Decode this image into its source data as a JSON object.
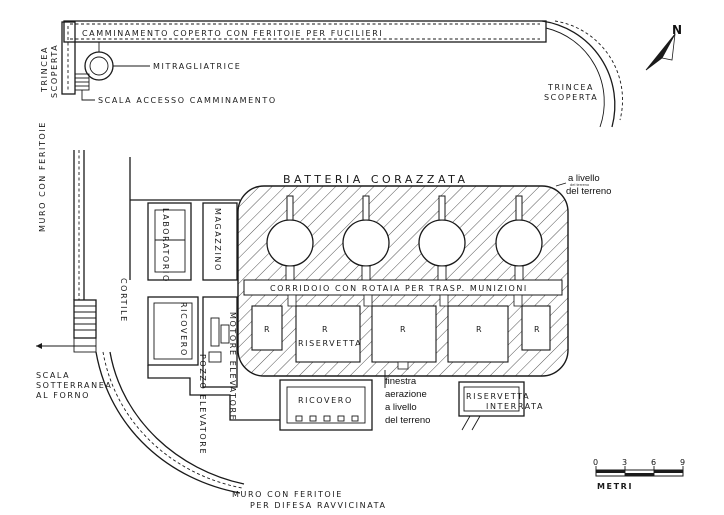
{
  "labels": {
    "covered_walkway": "CAMMINAMENTO COPERTO CON FERITOIE PER FUCILIERI",
    "trench_top_line1": "TRINCEA",
    "trench_top_line2": "SCOPERTA",
    "machine_gun": "MITRAGLIATRICE",
    "walkway_stair": "SCALA ACCESSO CAMMINAMENTO",
    "trench_right_line1": "TRINCEA",
    "trench_right_line2": "SCOPERTA",
    "north": "N",
    "wall_left": "MURO CON FERITOIE",
    "courtyard": "CORTILE",
    "laboratory": "LABORATORIO",
    "warehouse": "MAGAZZINO",
    "battery": "BATTERIA CORAZZATA",
    "level_note_line1": "a livello",
    "level_note_small": "del terreno",
    "level_note_line2": "del terreno",
    "corridor": "CORRIDOIO CON ROTAIA PER TRASP. MUNIZIONI",
    "r_marker": "R",
    "riservetta": "RISERVETTA",
    "shelter_left": "RICOVERO",
    "elevator_motor": "MOTORE ELEVATORE",
    "elevator_shaft": "POZZO ELEVATORE",
    "window_note_line1": "finestra",
    "window_note_line2": "aerazione",
    "window_note_line3": "a livello",
    "window_note_line4": "del terreno",
    "shelter_bottom": "RICOVERO",
    "buried_store_line1": "RISERVETTA",
    "buried_store_line2": "INTERRATA",
    "stair_line1": "SCALA",
    "stair_line2": "SOTTERRANEA",
    "stair_line3": "AL FORNO",
    "wall_bottom_line1": "MURO CON FERITOIE",
    "wall_bottom_line2": "PER DIFESA RAVVICINATA"
  },
  "scale": {
    "ticks": [
      "0",
      "3",
      "6",
      "9"
    ],
    "unit": "METRI"
  }
}
